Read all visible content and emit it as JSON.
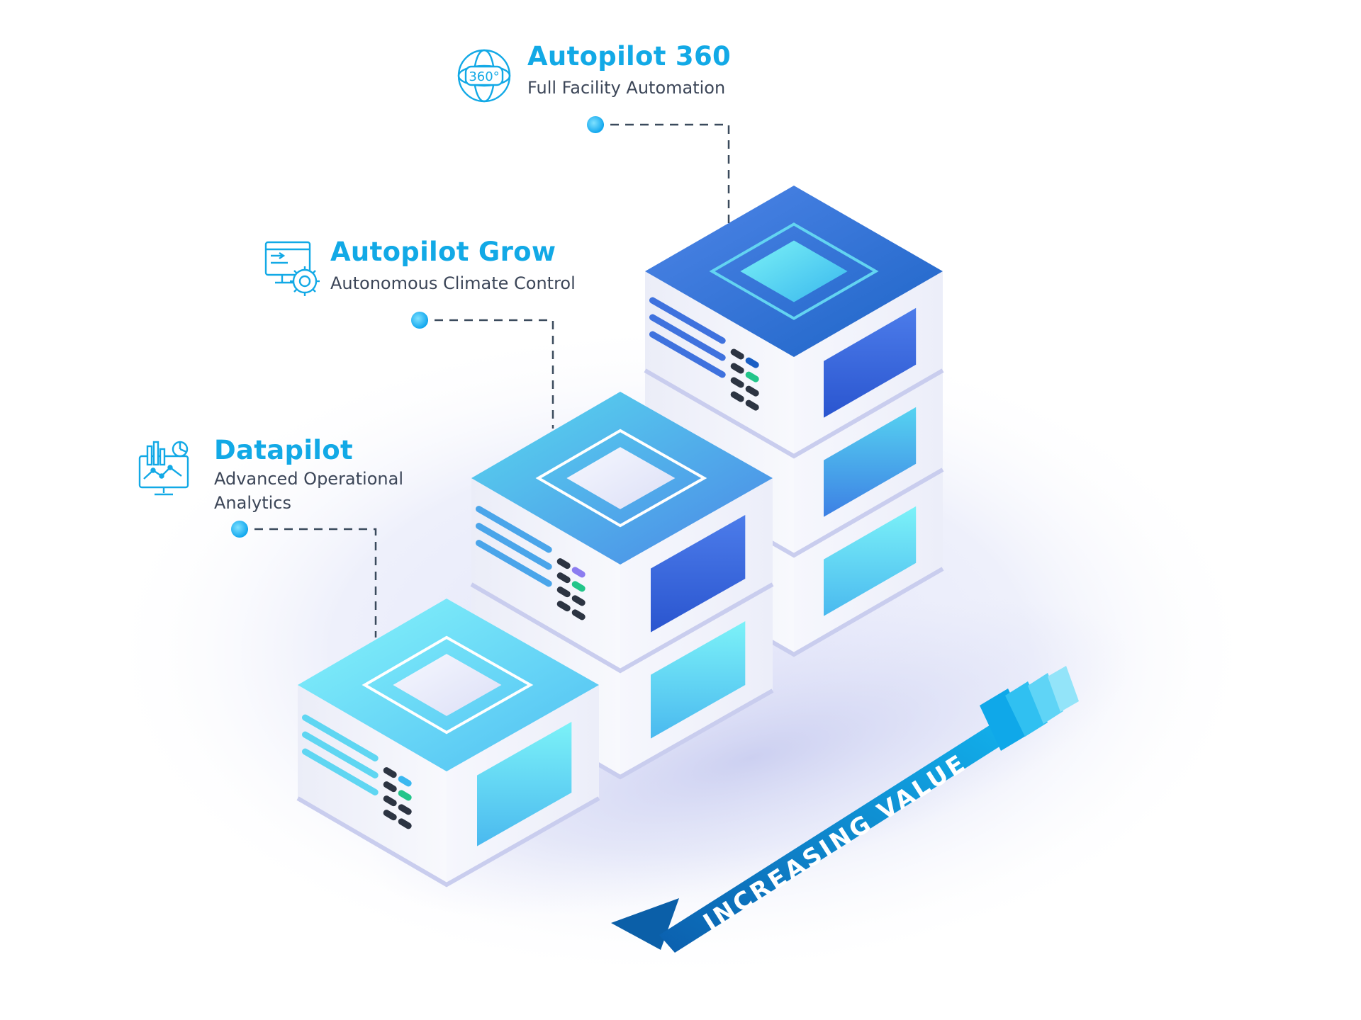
{
  "tiers": [
    {
      "id": "autopilot-360",
      "title": "Autopilot 360",
      "subtitle": "Full Facility Automation",
      "icon": "globe-360-icon"
    },
    {
      "id": "autopilot-grow",
      "title": "Autopilot Grow",
      "subtitle": "Autonomous Climate Control",
      "icon": "monitor-gear-icon"
    },
    {
      "id": "datapilot",
      "title": "Datapilot",
      "subtitle_line1": "Advanced Operational",
      "subtitle_line2": "Analytics",
      "icon": "analytics-dashboard-icon"
    }
  ],
  "arrow": {
    "label": "INCREASING VALUE"
  },
  "colors": {
    "accent": "#12a9e6",
    "subtitle_text": "#3c4658",
    "connector_line": "#3a4a5c",
    "ribbon": "#0f8fd6",
    "ribbon_dark": "#0b5fa8",
    "cube_side": "#f4f5fc"
  },
  "icon_names": [
    "globe-360-icon",
    "monitor-gear-icon",
    "analytics-dashboard-icon"
  ]
}
